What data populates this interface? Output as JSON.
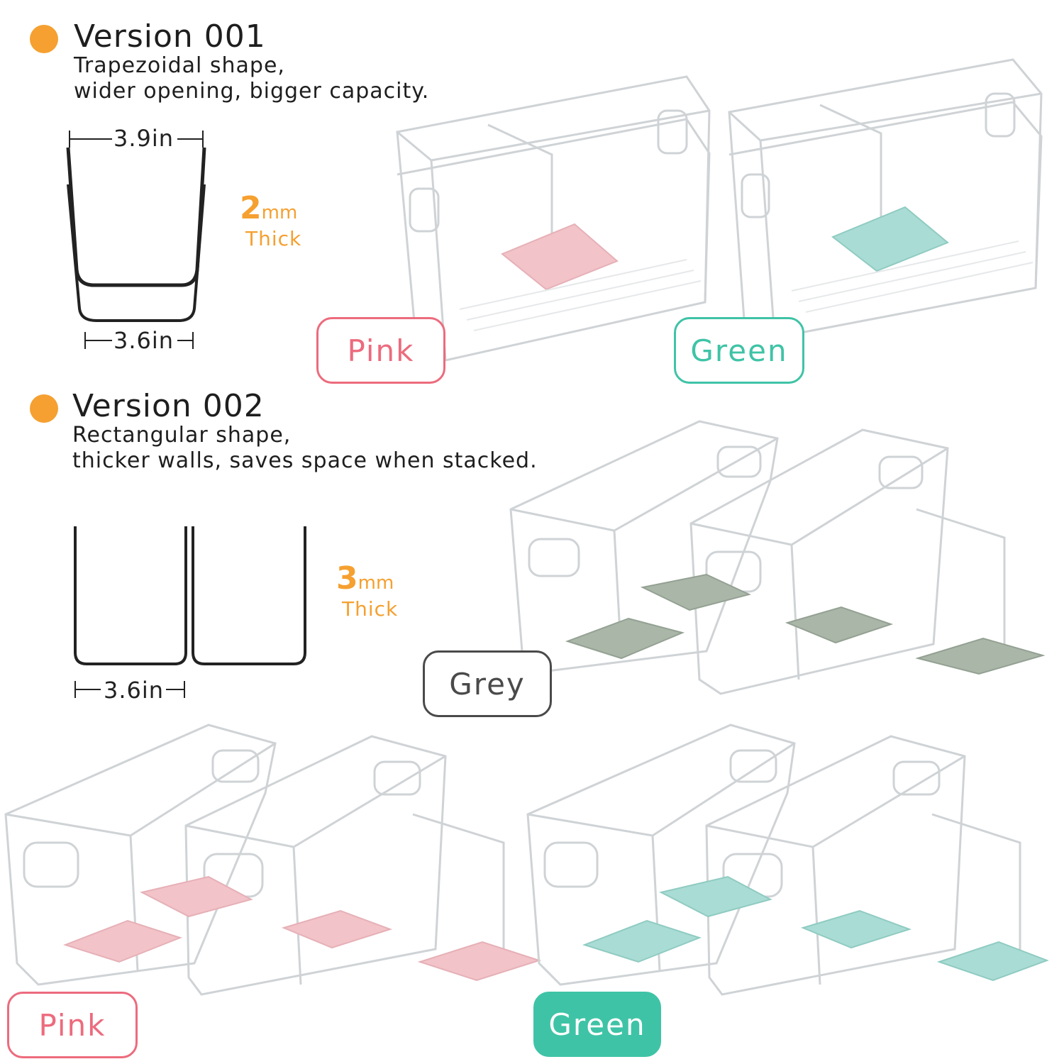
{
  "version1": {
    "title": "Version 001",
    "line1": "Trapezoidal shape,",
    "line2": "wider opening, bigger capacity.",
    "top_width": "3.9in",
    "bottom_width": "3.6in",
    "thickness_value": "2",
    "thickness_unit": "mm",
    "thickness_word": "Thick",
    "tags": [
      "Pink",
      "Green"
    ]
  },
  "version2": {
    "title": "Version 002",
    "line1": "Rectangular shape,",
    "line2": "thicker walls, saves space when stacked.",
    "width": "3.6in",
    "thickness_value": "3",
    "thickness_unit": "mm",
    "thickness_word": "Thick",
    "tag_grey": "Grey"
  },
  "bottom_tags": {
    "pink": "Pink",
    "green": "Green"
  },
  "colors": {
    "accent": "#f5a030",
    "pink": "#ec6b7d",
    "green": "#3fc3a6",
    "grey": "#4a4a4a",
    "pad_pink": "#f2c3c8",
    "pad_green": "#a9dcd4",
    "pad_grey": "#a9b6a8"
  }
}
